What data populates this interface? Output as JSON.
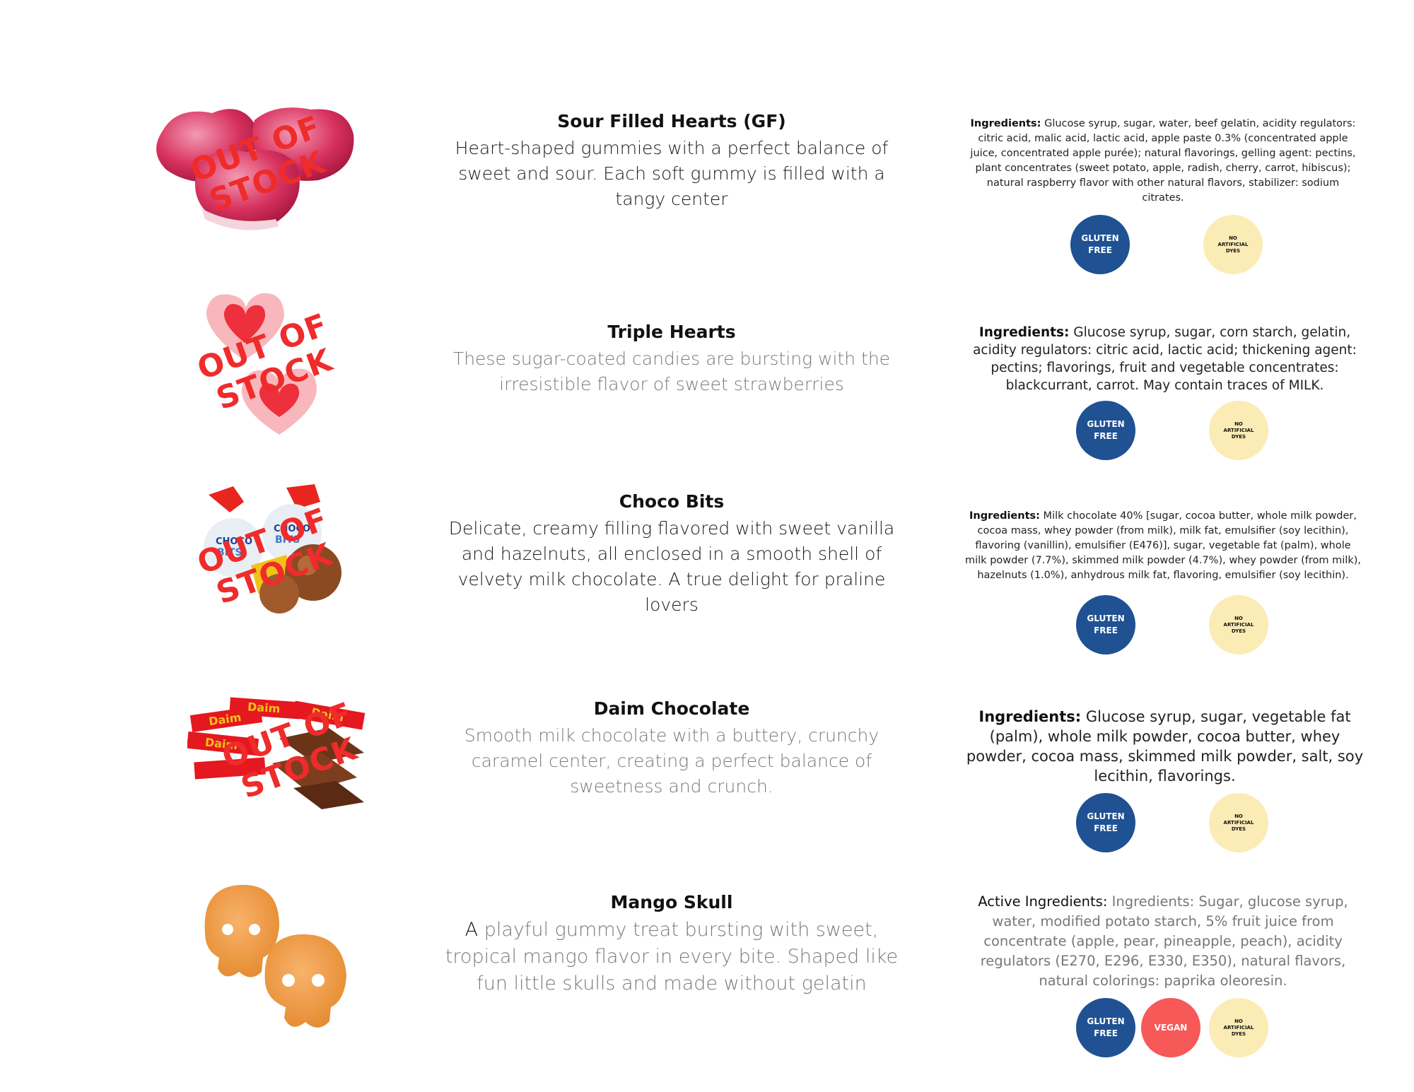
{
  "stamp": {
    "line1": "OUT OF",
    "line2": "STOCK"
  },
  "badges": {
    "gluten_free_1": "GLUTEN",
    "gluten_free_2": "FREE",
    "vegan": "VEGAN",
    "no_dyes_1": "NO",
    "no_dyes_2": "ARTIFICIAL",
    "no_dyes_3": "DYES"
  },
  "products": [
    {
      "name": "Sour Filled Hearts (GF)",
      "description": "Heart-shaped gummies with a perfect balance of sweet and sour. Each soft gummy is filled with a tangy center",
      "ingredients_label": "Ingredients:",
      "ingredients": " Glucose syrup, sugar, water, beef gelatin, acidity regulators: citric acid, malic acid, lactic acid, apple paste 0.3% (concentrated apple juice, concentrated apple purée); natural flavorings, gelling agent: pectins, plant concentrates (sweet potato, apple, radish, cherry, carrot, hibiscus); natural raspberry flavor with other natural flavors, stabilizer: sodium citrates."
    },
    {
      "name": "Triple Hearts",
      "description": "These sugar-coated candies are bursting with the irresistible flavor of sweet strawberries",
      "ingredients_label": "Ingredients:",
      "ingredients": " Glucose syrup, sugar, corn starch, gelatin, acidity regulators: citric acid, lactic acid; thickening agent: pectins; flavorings, fruit and vegetable concentrates: blackcurrant, carrot. May contain traces of MILK."
    },
    {
      "name": "Choco Bits",
      "description": "Delicate, creamy filling flavored with sweet vanilla and hazelnuts, all enclosed in a smooth shell of velvety milk chocolate. A true delight for praline lovers",
      "ingredients_label": "Ingredients:",
      "ingredients": " Milk chocolate 40% [sugar, cocoa butter, whole milk powder, cocoa mass, whey powder (from milk), milk fat, emulsifier (soy lecithin), flavoring (vanillin), emulsifier (E476)], sugar, vegetable fat (palm), whole milk powder (7.7%), skimmed milk powder (4.7%), whey powder (from milk), hazelnuts (1.0%), anhydrous milk fat, flavoring, emulsifier (soy lecithin).",
      "package_text": "CHOCO BITS"
    },
    {
      "name": "Daim Chocolate",
      "description": "Smooth milk chocolate with a buttery, crunchy caramel center, creating a perfect balance of sweetness and crunch.",
      "ingredients_label": "Ingredients:",
      "ingredients": " Glucose syrup, sugar, vegetable fat (palm), whole milk powder, cocoa butter, whey powder, cocoa mass, skimmed milk powder, salt, soy lecithin, flavorings.",
      "package_text": "Daim"
    },
    {
      "name": "Mango Skull",
      "description_lead": "A",
      "description": " playful gummy treat bursting with sweet, tropical mango flavor in every bite. Shaped like fun little skulls and made without gelatin",
      "ingredients_label": "Active Ingredients:",
      "ingredients": " Ingredients: Sugar, glucose syrup, water, modified potato starch, 5% fruit juice from concentrate (apple, pear, pineapple, peach), acidity regulators (E270, E296, E330, E350), natural flavors, natural colorings: paprika oleoresin."
    }
  ]
}
